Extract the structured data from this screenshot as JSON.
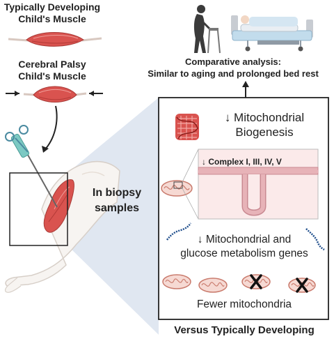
{
  "left": {
    "typical_title_line1": "Typically Developing",
    "typical_title_line2": "Child's Muscle",
    "cp_title_line1": "Cerebral Palsy",
    "cp_title_line2": "Child's Muscle"
  },
  "top": {
    "comparative_line1": "Comparative analysis:",
    "comparative_line2": "Similar to aging and prolonged bed rest"
  },
  "middle": {
    "biopsy_line1": "In biopsy",
    "biopsy_line2": "samples"
  },
  "panel": {
    "biogenesis_line1": "↓ Mitochondrial",
    "biogenesis_line2": "Biogenesis",
    "complex_label": "↓ Complex I, III, IV, V",
    "genes_line1": "↓ Mitochondrial and",
    "genes_line2": "glucose metabolism genes",
    "fewer_label": "Fewer mitochondria",
    "bottom_caption": "Versus Typically Developing"
  },
  "colors": {
    "muscle": "#d9534f",
    "muscle_dark": "#b33a37",
    "mito_fill": "#f6d9d3",
    "mito_stroke": "#c97a6c",
    "membrane": "#e7b3b8",
    "dna_blue": "#1f4e8c",
    "projection": "#dbe3ee"
  }
}
